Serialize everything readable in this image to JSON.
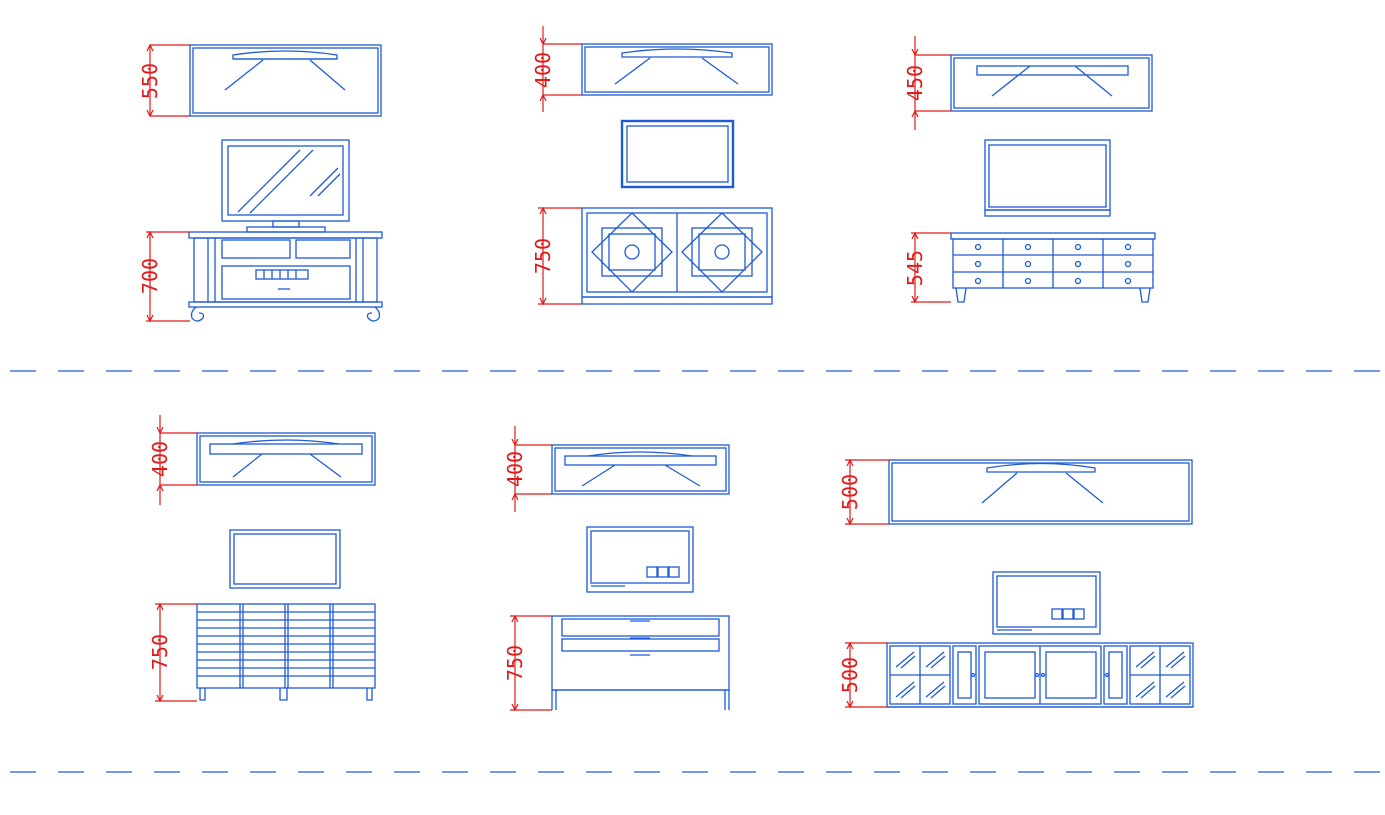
{
  "colors": {
    "line": "#1e5bd6",
    "dimension": "#e01b1b",
    "background": "#ffffff"
  },
  "units": [
    {
      "id": "unit-1",
      "upper_dim": "550",
      "lower_dim": "700"
    },
    {
      "id": "unit-2",
      "upper_dim": "400",
      "lower_dim": "750"
    },
    {
      "id": "unit-3",
      "upper_dim": "450",
      "lower_dim": "545"
    },
    {
      "id": "unit-4",
      "upper_dim": "400",
      "lower_dim": "750"
    },
    {
      "id": "unit-5",
      "upper_dim": "400",
      "lower_dim": "750"
    },
    {
      "id": "unit-6",
      "upper_dim": "500",
      "lower_dim": "500"
    }
  ]
}
